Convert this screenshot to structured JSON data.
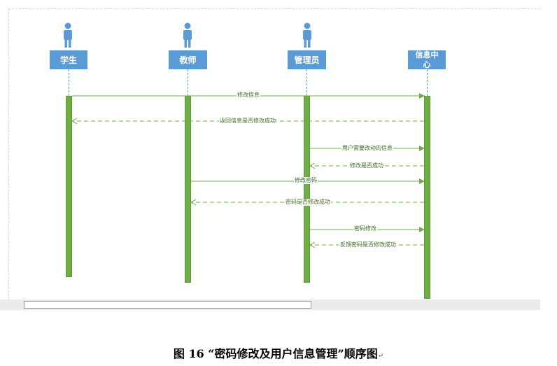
{
  "actors": [
    {
      "id": "student",
      "label": "学生"
    },
    {
      "id": "teacher",
      "label": "教师"
    },
    {
      "id": "admin",
      "label": "管理员"
    },
    {
      "id": "info_center",
      "label": "信息中心"
    }
  ],
  "messages": [
    {
      "label": "修改信息",
      "style": "solid"
    },
    {
      "label": "返回信息是否修改成功",
      "style": "dashed"
    },
    {
      "label": "用户需要改动的信息",
      "style": "solid"
    },
    {
      "label": "修改是否成功",
      "style": "dashed"
    },
    {
      "label": "修改密码",
      "style": "solid"
    },
    {
      "label": "密码是否修改成功",
      "style": "dashed"
    },
    {
      "label": "密码修改",
      "style": "solid"
    },
    {
      "label": "反馈密码是否修改成功",
      "style": "dashed"
    }
  ],
  "colors": {
    "actor": "#5b9bd5",
    "activation": "#70ad47",
    "message": "#70ad47",
    "lifeline": "#5b9bd5"
  },
  "caption": {
    "text": "图  16    “密码修改及用户信息管理”顺序图",
    "mark": "↵"
  }
}
